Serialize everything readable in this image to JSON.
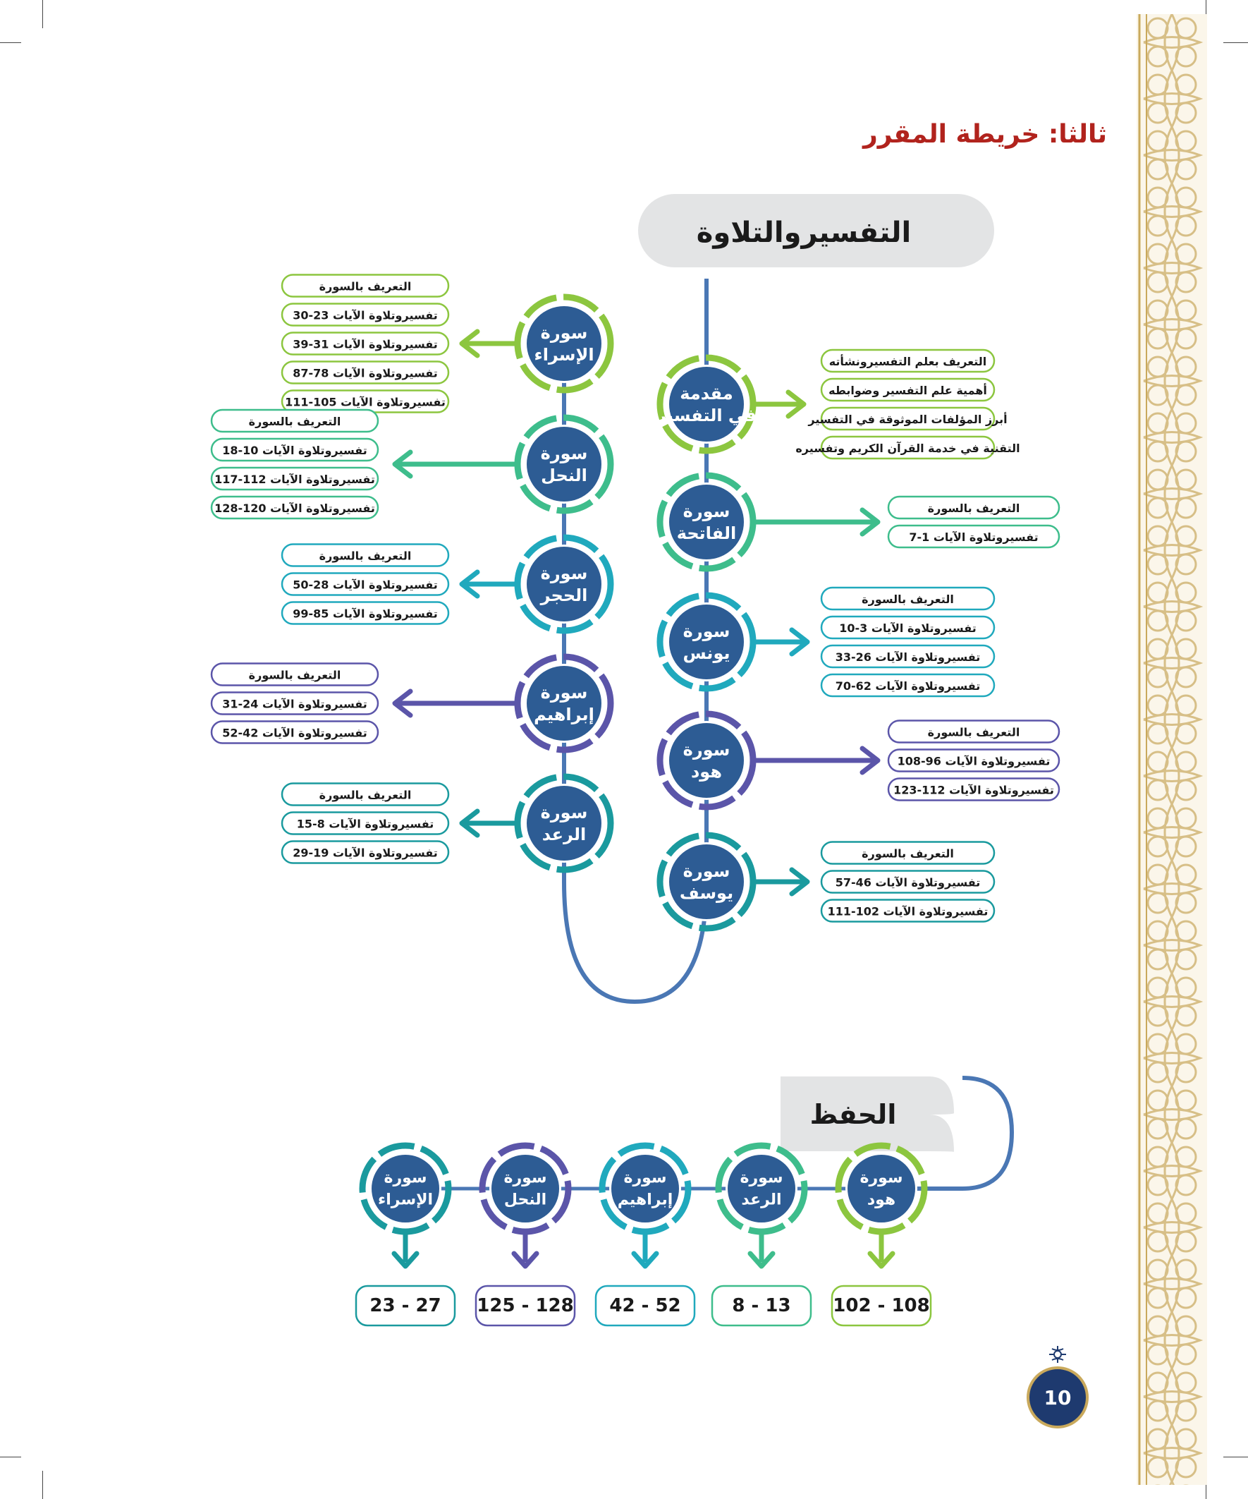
{
  "page_heading": "ثالثا: خريطة المقرر",
  "page_number": "10",
  "tafsir": {
    "title": "التفسيروالتلاوة",
    "right_column": [
      {
        "title": "مقدمة في التفسير",
        "color": "#8cc63f",
        "items": [
          "التعريف بعلم التفسيرونشأته",
          "أهمية علم التفسير وضوابطه",
          "أبرز المؤلفات الموثوقة في التفسير",
          "التقنية في خدمة القرآن الكريم وتفسيره"
        ]
      },
      {
        "title": "سورة الفاتحة",
        "color": "#3ebd8c",
        "items": [
          "التعريف بالسورة",
          "تفسيروتلاوة الآيات 1-7"
        ]
      },
      {
        "title": "سورة يونس",
        "color": "#20a9bd",
        "items": [
          "التعريف بالسورة",
          "تفسيروتلاوة الآيات 3-10",
          "تفسيروتلاوة الآيات 26-33",
          "تفسيروتلاوة الآيات 62-70"
        ]
      },
      {
        "title": "سورة هود",
        "color": "#5b55a9",
        "items": [
          "التعريف بالسورة",
          "تفسيروتلاوة الآيات 96-108",
          "تفسيروتلاوة الآيات 112-123"
        ]
      },
      {
        "title": "سورة يوسف",
        "color": "#1a9a9e",
        "items": [
          "التعريف بالسورة",
          "تفسيروتلاوة الآيات 46-57",
          "تفسيروتلاوة الآيات 102-111"
        ]
      }
    ],
    "left_column": [
      {
        "title": "سورة الإسراء",
        "color": "#8cc63f",
        "items": [
          "التعريف بالسورة",
          "تفسيروتلاوة الآيات 23-30",
          "تفسيروتلاوة الآيات 31-39",
          "تفسيروتلاوة الآيات 78-87",
          "تفسيروتلاوة الآيات 105-111"
        ]
      },
      {
        "title": "سورة النحل",
        "color": "#3ebd8c",
        "items": [
          "التعريف بالسورة",
          "تفسيروتلاوة الآيات 10-18",
          "تفسيروتلاوة الآيات 112-117",
          "تفسيروتلاوة الآيات 120-128"
        ]
      },
      {
        "title": "سورة الحجر",
        "color": "#20a9bd",
        "items": [
          "التعريف بالسورة",
          "تفسيروتلاوة الآيات 28-50",
          "تفسيروتلاوة الآيات 85-99"
        ]
      },
      {
        "title": "سورة إبراهيم",
        "color": "#5b55a9",
        "items": [
          "التعريف بالسورة",
          "تفسيروتلاوة الآيات 24-31",
          "تفسيروتلاوة الآيات 42-52"
        ]
      },
      {
        "title": "سورة الرعد",
        "color": "#1a9a9e",
        "items": [
          "التعريف بالسورة",
          "تفسيروتلاوة الآيات 8-15",
          "تفسيروتلاوة الآيات 19-29"
        ]
      }
    ]
  },
  "hifz": {
    "title": "الحفظ",
    "surahs": [
      {
        "title": "سورة هود",
        "range": "108 - 102",
        "color": "#8cc63f"
      },
      {
        "title": "سورة الرعد",
        "range": "13 - 8",
        "color": "#3ebd8c"
      },
      {
        "title": "سورة إبراهيم",
        "range": "52 - 42",
        "color": "#20a9bd"
      },
      {
        "title": "سورة النحل",
        "range": "128 - 125",
        "color": "#5b55a9"
      },
      {
        "title": "سورة الإسراء",
        "range": "27 - 23",
        "color": "#1a9a9e"
      }
    ]
  },
  "colors": {
    "heading": "#b1231d",
    "node_fill": "#2d5c94",
    "spine": "#4a77b4",
    "border_gold": "#c9a95c"
  }
}
